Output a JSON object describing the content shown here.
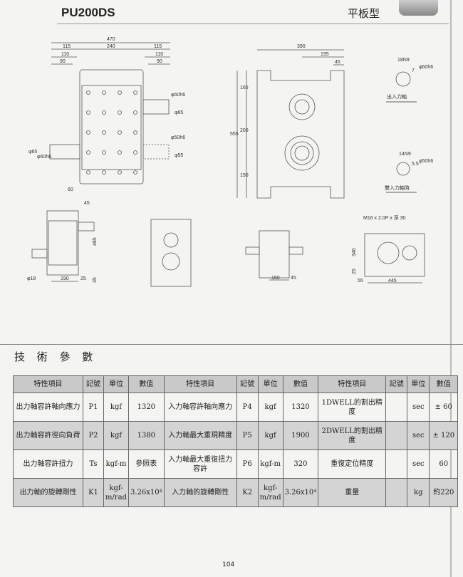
{
  "header": {
    "title": "PU200DS",
    "subtitle": "平板型"
  },
  "drawing": {
    "top_view": {
      "dims": [
        "470",
        "115",
        "240",
        "115",
        "110",
        "110",
        "90",
        "90",
        "φ60h6",
        "φ65",
        "φ50h6",
        "φ55",
        "φ65",
        "φ60h6",
        "60",
        "45"
      ]
    },
    "side_view": {
      "dims": [
        "390",
        "195",
        "45",
        "555",
        "165",
        "200",
        "190"
      ]
    },
    "shaft_details": [
      {
        "label": "出入力軸",
        "dims": [
          "18N9",
          "7",
          "φ60h6"
        ]
      },
      {
        "label": "雙入力軸時",
        "dims": [
          "14N9",
          "5.5",
          "φ50h6"
        ]
      }
    ],
    "bottom_views": {
      "dims": [
        "485",
        "φ18",
        "190",
        "25",
        "35",
        "150",
        "45",
        "M16 x 2.0P x 深 30",
        "340",
        "25",
        "55",
        "445"
      ]
    }
  },
  "section_title": "技 術 參 數",
  "table": {
    "headers": [
      "特性項目",
      "記號",
      "單位",
      "數值",
      "特性項目",
      "記號",
      "單位",
      "數值",
      "特性項目",
      "記號",
      "單位",
      "數值"
    ],
    "rows": [
      [
        "出力軸容許軸向應力",
        "P1",
        "kgf",
        "1320",
        "入力軸容許軸向應力",
        "P4",
        "kgf",
        "1320",
        "1DWELL的割出精度",
        "",
        "sec",
        "± 60"
      ],
      [
        "出力軸容許徑向負荷",
        "P2",
        "kgf",
        "1380",
        "入力軸最大重現精度",
        "P5",
        "kgf",
        "1900",
        "2DWELL的割出精度",
        "",
        "sec",
        "± 120"
      ],
      [
        "出力軸容許扭力",
        "Ts",
        "kgf-m",
        "參照表",
        "入力軸最大重復扭力容許",
        "P6",
        "kgf-m",
        "320",
        "重復定位精度",
        "",
        "sec",
        "60"
      ],
      [
        "出力軸的旋轉剛性",
        "K1",
        "kgf-m/rad",
        "3.26x10⁴",
        "入力軸的旋轉剛性",
        "K2",
        "kgf-m/rad",
        "3.26x10⁴",
        "重量",
        "",
        "kg",
        "約220"
      ]
    ]
  },
  "page_number": "104"
}
